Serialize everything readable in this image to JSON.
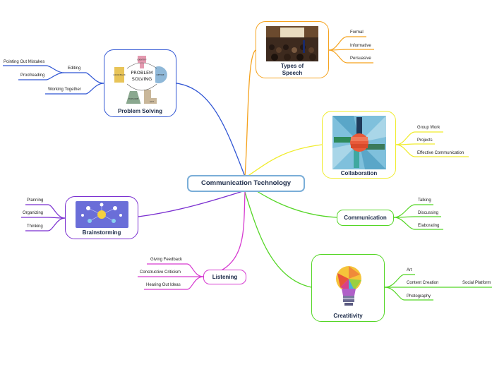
{
  "center": {
    "label": "Communication Technology"
  },
  "branches": {
    "problem_solving": {
      "title": "Problem Solving",
      "color": "#2f55d4",
      "image_words": [
        "PROBLEM",
        "SOLVING",
        "IDENTIFY",
        "DEFINE",
        "EXPLORE",
        "ACT",
        "LOOK BACK"
      ],
      "children": [
        {
          "label": "Editing",
          "children": [
            {
              "label": "Pointing Out Mistakes"
            },
            {
              "label": "Proofreading"
            }
          ]
        },
        {
          "label": "Working Together"
        }
      ]
    },
    "types_of_speech": {
      "title": "Types of Speech",
      "color": "#f5a21c",
      "children": [
        {
          "label": "Formal"
        },
        {
          "label": "Informative"
        },
        {
          "label": "Persuasive"
        }
      ]
    },
    "collaboration": {
      "title": "Collaboration",
      "color": "#f0ec2c",
      "children": [
        {
          "label": "Group Work"
        },
        {
          "label": "Projects"
        },
        {
          "label": "Effective Communication"
        }
      ]
    },
    "communication": {
      "title": "Communication",
      "color": "#55d626",
      "children": [
        {
          "label": "Talking"
        },
        {
          "label": "Discussing"
        },
        {
          "label": "Elaborating"
        }
      ]
    },
    "creativity": {
      "title": "Creatitivity",
      "color": "#55d626",
      "children": [
        {
          "label": "Art"
        },
        {
          "label": "Content Creation",
          "children": [
            {
              "label": "Social Platform"
            }
          ]
        },
        {
          "label": "Photography"
        }
      ]
    },
    "listening": {
      "title": "Listening",
      "color": "#d63ad0",
      "children": [
        {
          "label": "Giving Feedback"
        },
        {
          "label": "Constructive Criticism"
        },
        {
          "label": "Hearing Out Ideas"
        }
      ]
    },
    "brainstorming": {
      "title": "Brainstorming",
      "color": "#7a2fd0",
      "children": [
        {
          "label": "Planning"
        },
        {
          "label": "Organizing"
        },
        {
          "label": "Thinking"
        }
      ]
    }
  }
}
